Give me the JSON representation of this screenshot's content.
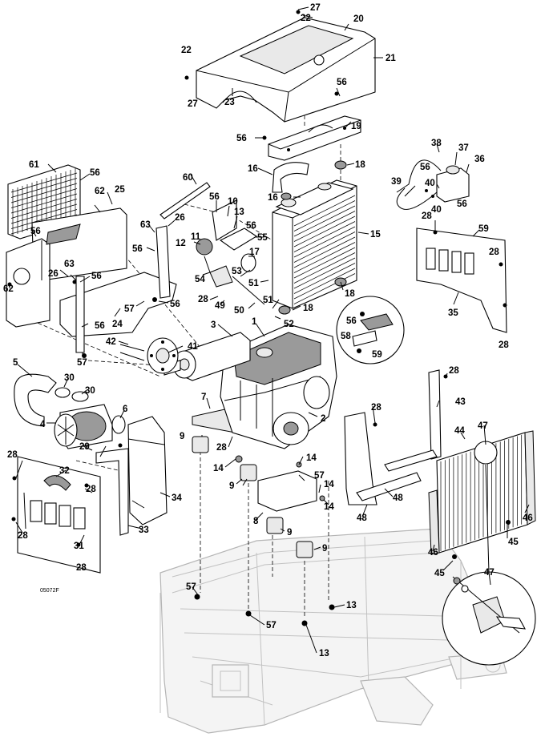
{
  "figure_id": "05072F",
  "callouts": {
    "c1": "1",
    "c2": "2",
    "c3": "3",
    "c4": "4",
    "c5": "5",
    "c6": "6",
    "c7": "7",
    "c8": "8",
    "c9": "9",
    "c10": "10",
    "c11": "11",
    "c12": "12",
    "c13": "13",
    "c14": "14",
    "c15": "15",
    "c16": "16",
    "c17": "17",
    "c18": "18",
    "c19": "19",
    "c20": "20",
    "c21": "21",
    "c22": "22",
    "c23": "23",
    "c24": "24",
    "c25": "25",
    "c26": "26",
    "c27": "27",
    "c28": "28",
    "c29": "29",
    "c30": "30",
    "c31": "31",
    "c32": "32",
    "c33": "33",
    "c34": "34",
    "c35": "35",
    "c36": "36",
    "c37": "37",
    "c38": "38",
    "c39": "39",
    "c40": "40",
    "c41": "41",
    "c42": "42",
    "c43": "43",
    "c44": "44",
    "c45": "45",
    "c46": "46",
    "c47": "47",
    "c48": "48",
    "c49": "49",
    "c50": "50",
    "c51": "51",
    "c52": "52",
    "c53": "53",
    "c54": "54",
    "c55": "55",
    "c56": "56",
    "c57": "57",
    "c58": "58",
    "c59": "59",
    "c60": "60",
    "c61": "61",
    "c62": "62",
    "c63": "63"
  }
}
